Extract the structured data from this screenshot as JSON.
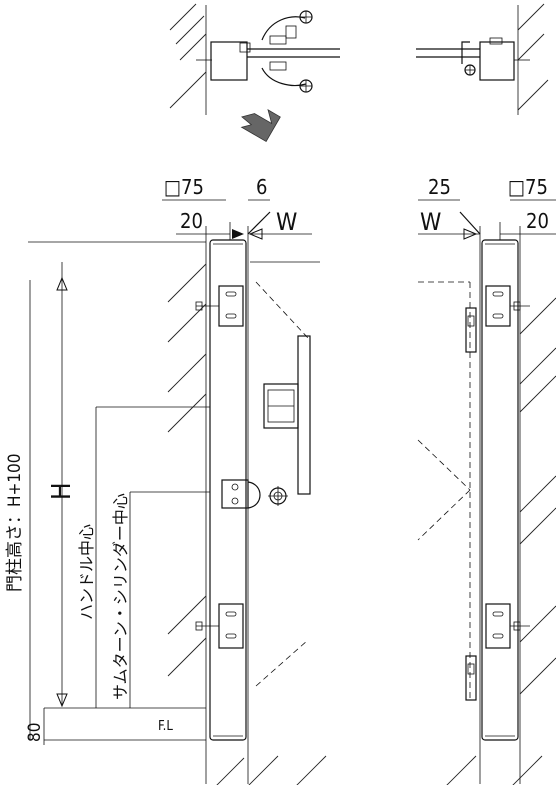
{
  "labels": {
    "left_post_size": "□75",
    "left_clearance": "20",
    "left_gap": "6",
    "left_gate_w": "W",
    "right_gap": "25",
    "right_post_size": "□75",
    "right_clearance": "20",
    "right_gate_w": "W",
    "post_height": "門柱高さ：H+100",
    "gate_height": "H",
    "handle_center": "ハンドル中心",
    "thumbturn_center": "サムターン・シリンダー中心",
    "base_offset": "80",
    "floor_level": "F.L"
  },
  "colors": {
    "line": "#111111",
    "background": "#ffffff"
  }
}
